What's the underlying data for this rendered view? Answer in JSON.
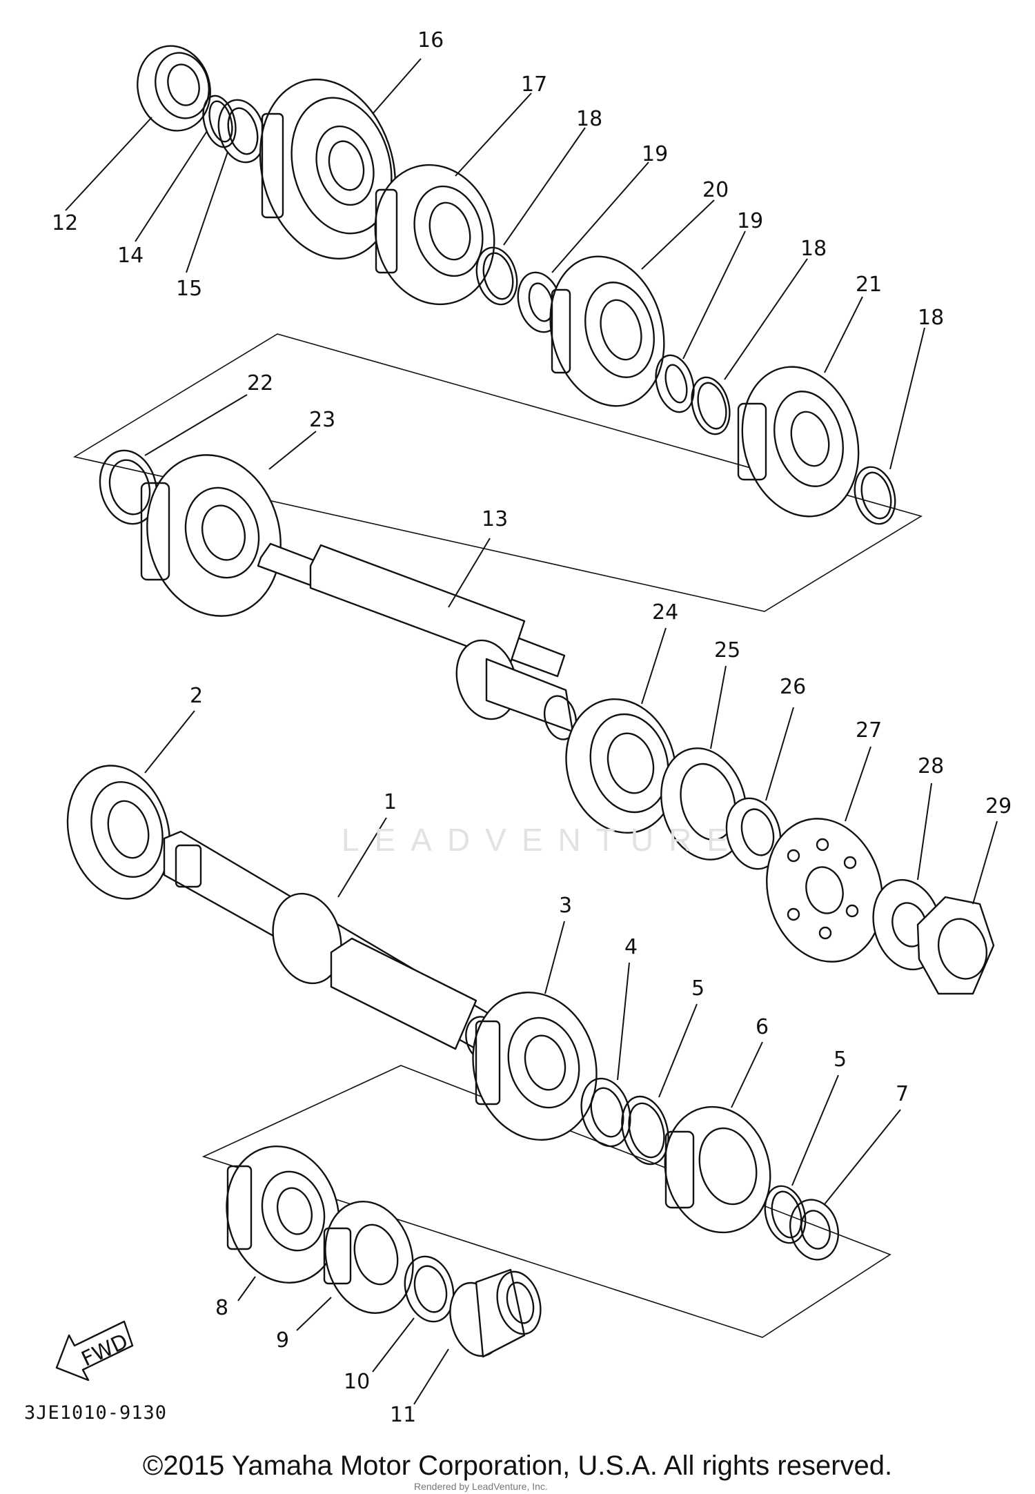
{
  "diagram": {
    "callouts": [
      {
        "id": "1",
        "text": "1"
      },
      {
        "id": "2",
        "text": "2"
      },
      {
        "id": "3",
        "text": "3"
      },
      {
        "id": "4",
        "text": "4"
      },
      {
        "id": "5a",
        "text": "5"
      },
      {
        "id": "5b",
        "text": "5"
      },
      {
        "id": "6",
        "text": "6"
      },
      {
        "id": "7",
        "text": "7"
      },
      {
        "id": "8",
        "text": "8"
      },
      {
        "id": "9",
        "text": "9"
      },
      {
        "id": "10",
        "text": "10"
      },
      {
        "id": "11",
        "text": "11"
      },
      {
        "id": "12",
        "text": "12"
      },
      {
        "id": "13",
        "text": "13"
      },
      {
        "id": "14",
        "text": "14"
      },
      {
        "id": "15",
        "text": "15"
      },
      {
        "id": "16",
        "text": "16"
      },
      {
        "id": "17",
        "text": "17"
      },
      {
        "id": "18a",
        "text": "18"
      },
      {
        "id": "18b",
        "text": "18"
      },
      {
        "id": "18c",
        "text": "18"
      },
      {
        "id": "19a",
        "text": "19"
      },
      {
        "id": "19b",
        "text": "19"
      },
      {
        "id": "20",
        "text": "20"
      },
      {
        "id": "21",
        "text": "21"
      },
      {
        "id": "22",
        "text": "22"
      },
      {
        "id": "23",
        "text": "23"
      },
      {
        "id": "24",
        "text": "24"
      },
      {
        "id": "25",
        "text": "25"
      },
      {
        "id": "26",
        "text": "26"
      },
      {
        "id": "27",
        "text": "27"
      },
      {
        "id": "28",
        "text": "28"
      },
      {
        "id": "29",
        "text": "29"
      }
    ],
    "fwd_label": "FWD",
    "code": "3JE1010-9130",
    "watermark": "LEADVENTURE",
    "copyright": "©2015 Yamaha Motor Corporation, U.S.A. All rights reserved.",
    "rendered_by": "Rendered by LeadVenture, Inc."
  }
}
